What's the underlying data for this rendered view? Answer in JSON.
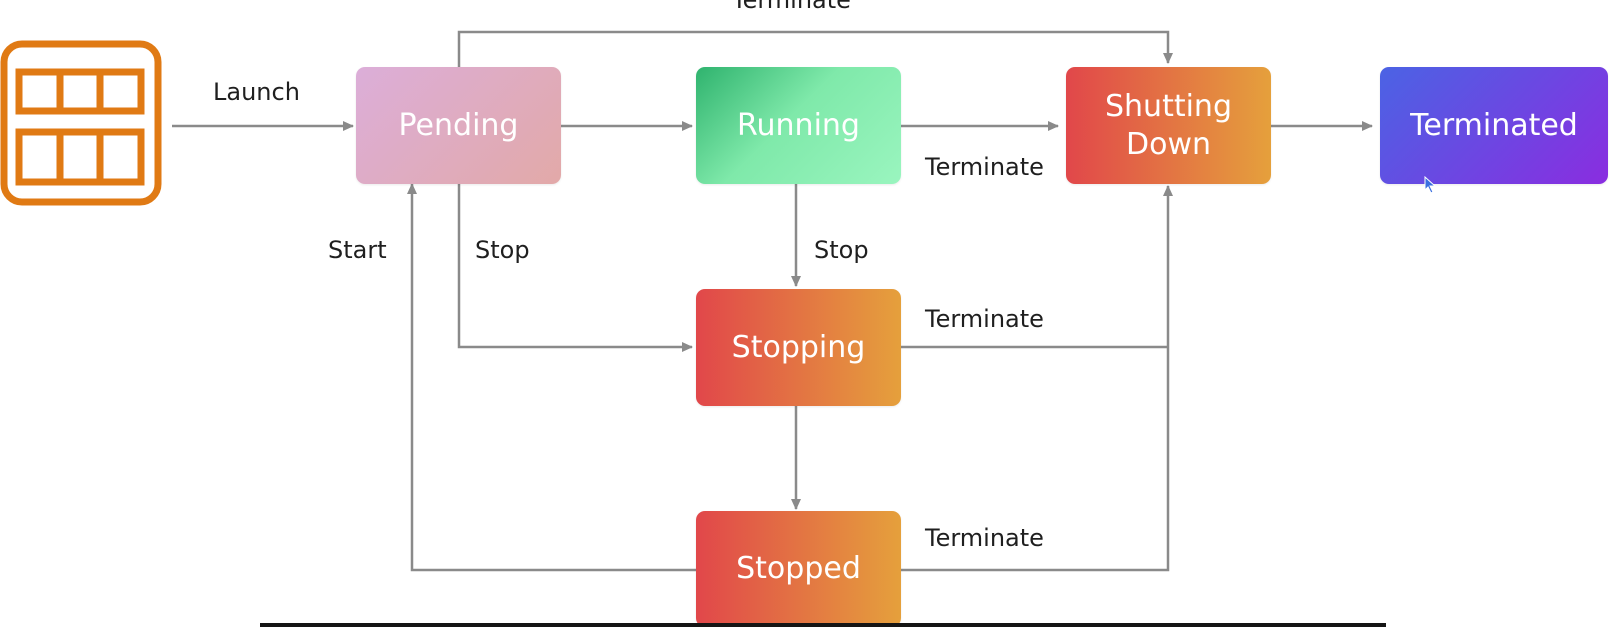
{
  "states": {
    "pending": "Pending",
    "running": "Running",
    "shutting_down": "Shutting\nDown",
    "terminated": "Terminated",
    "stopping": "Stopping",
    "stopped": "Stopped"
  },
  "transitions": {
    "launch": "Launch",
    "terminate_top": "Terminate",
    "terminate_running": "Terminate",
    "start": "Start",
    "stop_pending": "Stop",
    "stop_running": "Stop",
    "terminate_stopping": "Terminate",
    "terminate_stopped": "Terminate"
  },
  "colors": {
    "arrow": "#8a8a8a",
    "icon": "#e07a14",
    "pending": [
      "#dcaed9",
      "#e2a9a8"
    ],
    "running": [
      "#2fb36e",
      "#9af5bf"
    ],
    "warn": [
      "#e1474a",
      "#e5a03c"
    ],
    "terminated": [
      "#4b63e4",
      "#8a2de0"
    ]
  },
  "icons": {
    "instance": "ec2-instance-icon",
    "cursor": "mouse-cursor-icon"
  }
}
